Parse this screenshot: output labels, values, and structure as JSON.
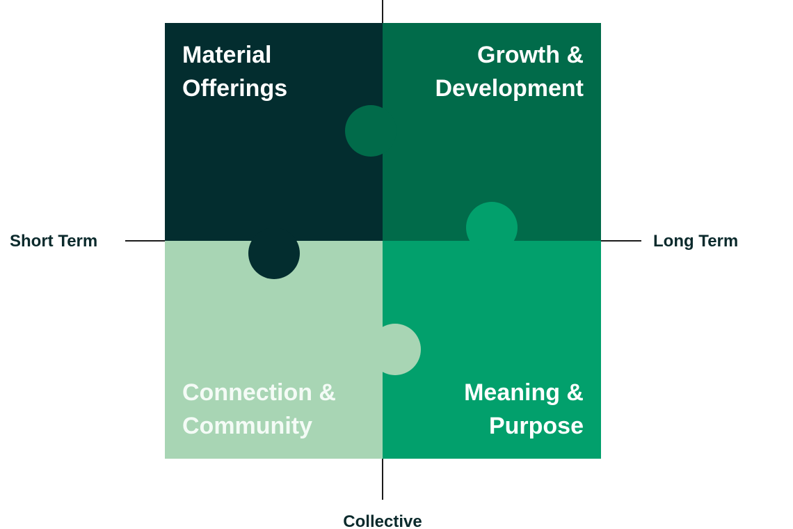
{
  "axes": {
    "left": "Short Term",
    "right": "Long Term",
    "bottom": "Collective"
  },
  "quadrants": {
    "top_left": {
      "line1": "Material",
      "line2": "Offerings",
      "color": "#032d2f",
      "text_color": "#ffffff"
    },
    "top_right": {
      "line1": "Growth &",
      "line2": "Development",
      "color": "#016b4a",
      "text_color": "#ffffff"
    },
    "bottom_left": {
      "line1": "Connection &",
      "line2": "Community",
      "color": "#a8d5b4",
      "text_color": "#f4fbf6"
    },
    "bottom_right": {
      "line1": "Meaning &",
      "line2": "Purpose",
      "color": "#02a06c",
      "text_color": "#ffffff"
    }
  },
  "colors": {
    "axis_line": "#1a1a1a",
    "axis_text": "#0b2a2c"
  }
}
